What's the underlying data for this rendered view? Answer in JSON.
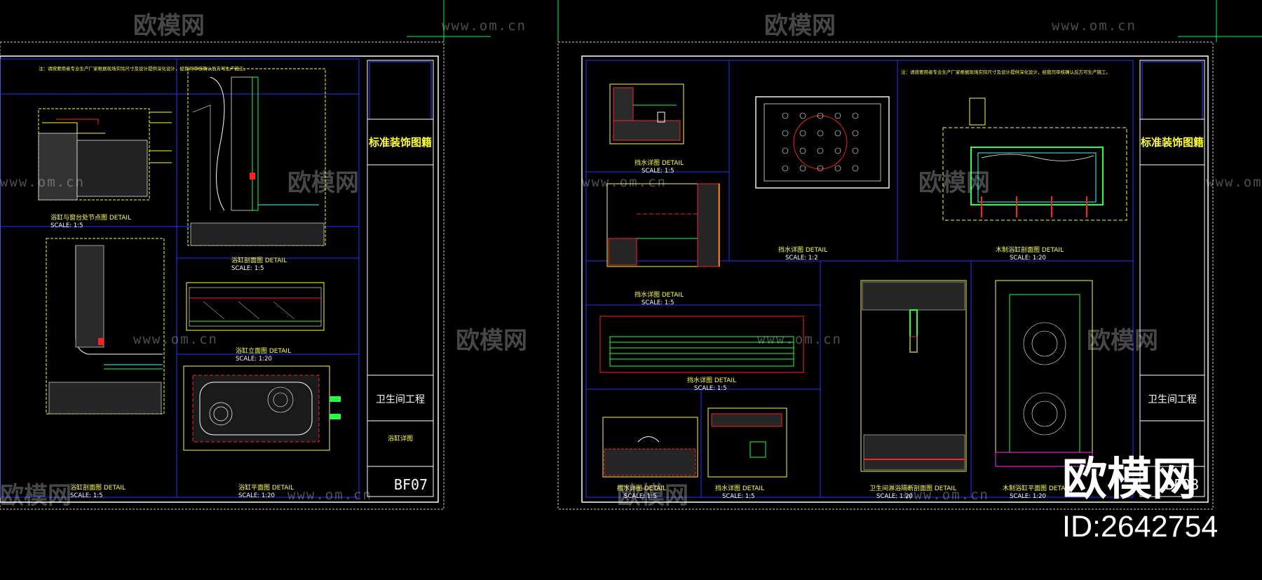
{
  "colors": {
    "background": "#000000",
    "frame_blue": "#3344ff",
    "frame_white": "#dddddd",
    "line_yellow": "#ffff33",
    "line_red": "#ff2222",
    "line_green": "#22ff44",
    "line_cyan": "#33ffff",
    "line_magenta": "#ff33ff",
    "watermark": "#ffffff"
  },
  "watermark": {
    "brand": "欧模网",
    "url": "www.om.cn",
    "corner_logo": "欧模网",
    "corner_id": "ID:2642754"
  },
  "sheets": [
    {
      "title_block": {
        "library": "标准装饰图籍",
        "project": "卫生间工程",
        "drawing_name": "浴缸详图",
        "sheet_no": "BF07"
      },
      "note": "注：请按要用者专业生产厂家根据现场实际尺寸及设计提供深化设计，经我司审核确认后方可生产施工。",
      "details": [
        {
          "label": "浴缸与窗台处节点图 DETAIL",
          "scale": "SCALE: 1:5"
        },
        {
          "label": "浴缸剖面图 DETAIL",
          "scale": "SCALE: 1:5"
        },
        {
          "label": "浴缸剖面图 DETAIL",
          "scale": "SCALE: 1:5"
        },
        {
          "label": "浴缸立面图 DETAIL",
          "scale": "SCALE: 1:20"
        },
        {
          "label": "浴缸平面图 DETAIL",
          "scale": "SCALE: 1:20"
        }
      ]
    },
    {
      "title_block": {
        "library": "标准装饰图籍",
        "project": "卫生间工程",
        "drawing_name": "",
        "sheet_no": "BF08"
      },
      "note": "注：请按要用者专业生产厂家根据现场实际尺寸及设计提供深化设计，经我司审核确认后方可生产施工。",
      "details": [
        {
          "label": "挡水详图 DETAIL",
          "scale": "SCALE: 1:5"
        },
        {
          "label": "挡水详图 DETAIL",
          "scale": "SCALE: 1:5"
        },
        {
          "label": "挡水详图 DETAIL",
          "scale": "SCALE: 1:5"
        },
        {
          "label": "挡水详图 DETAIL",
          "scale": "SCALE: 1:2"
        },
        {
          "label": "木制浴缸剖面图 DETAIL",
          "scale": "SCALE: 1:20"
        },
        {
          "label": "挡水详图 DETAIL",
          "scale": "SCALE: 1:5"
        },
        {
          "label": "挡水详图 DETAIL",
          "scale": "SCALE: 1:5"
        },
        {
          "label": "卫生间淋浴隔断剖面图 DETAIL",
          "scale": "SCALE: 1:20"
        },
        {
          "label": "木制浴缸平面图 DETAIL",
          "scale": "SCALE: 1:20"
        }
      ]
    }
  ]
}
